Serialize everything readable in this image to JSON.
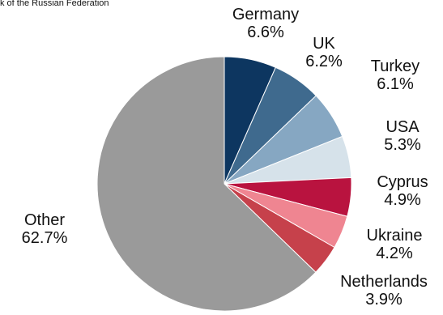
{
  "header": {
    "source_fragment": "k of the Russian Federation"
  },
  "chart_data": {
    "type": "pie",
    "start_angle_deg": 0,
    "direction": "clockwise",
    "slices": [
      {
        "label": "Germany",
        "value": 6.6,
        "value_text": "6.6%",
        "color": "#0d3660"
      },
      {
        "label": "UK",
        "value": 6.2,
        "value_text": "6.2%",
        "color": "#3f6a8e"
      },
      {
        "label": "Turkey",
        "value": 6.1,
        "value_text": "6.1%",
        "color": "#86a7c2"
      },
      {
        "label": "USA",
        "value": 5.3,
        "value_text": "5.3%",
        "color": "#d6e2ea"
      },
      {
        "label": "Cyprus",
        "value": 4.9,
        "value_text": "4.9%",
        "color": "#b9133f"
      },
      {
        "label": "Ukraine",
        "value": 4.2,
        "value_text": "4.2%",
        "color": "#ef8591"
      },
      {
        "label": "Netherlands",
        "value": 3.9,
        "value_text": "3.9%",
        "color": "#c6414b"
      },
      {
        "label": "Other",
        "value": 62.7,
        "value_text": "62.7%",
        "color": "#9a9a9a"
      }
    ]
  }
}
